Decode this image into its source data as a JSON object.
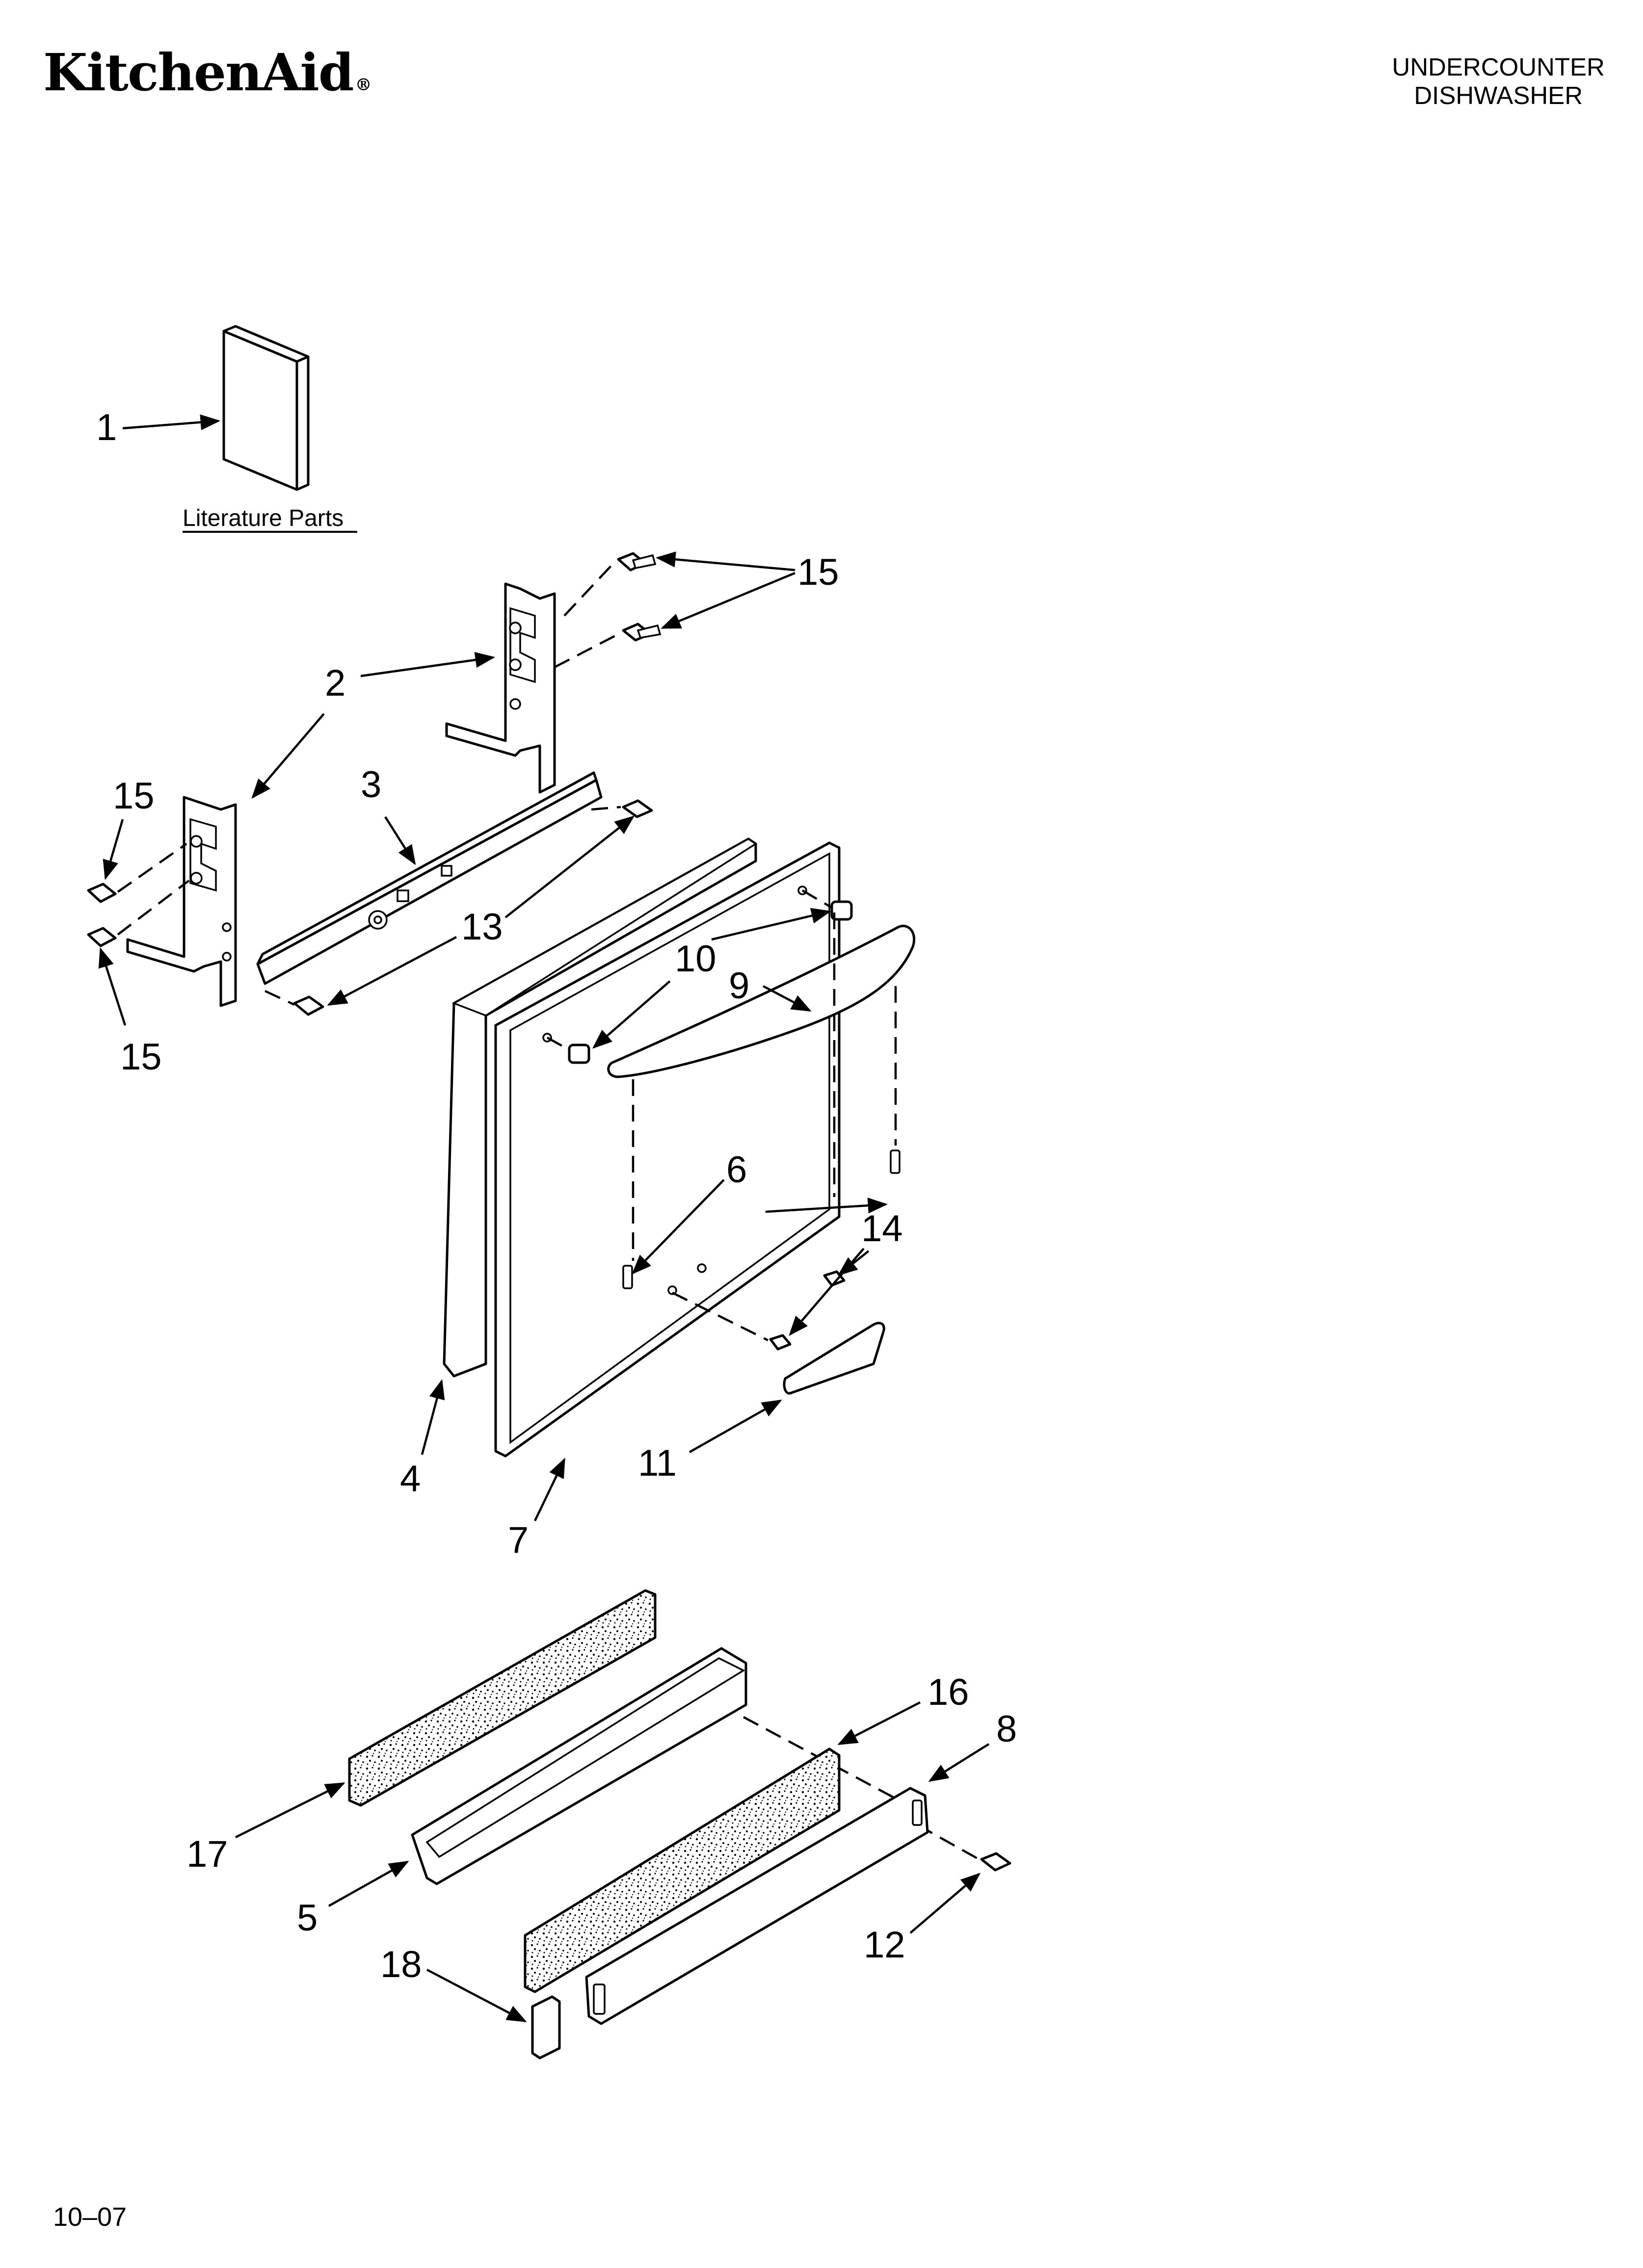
{
  "header": {
    "brand": "KitchenAid",
    "brand_mark": "®",
    "product_line1": "UNDERCOUNTER",
    "product_line2": "DISHWASHER"
  },
  "literature_label": "Literature Parts",
  "callouts": {
    "c1": "1",
    "c2": "2",
    "c3": "3",
    "c4": "4",
    "c5": "5",
    "c6": "6",
    "c7": "7",
    "c8": "8",
    "c9": "9",
    "c10": "10",
    "c11": "11",
    "c12": "12",
    "c13": "13",
    "c14": "14",
    "c15a": "15",
    "c15b": "15",
    "c15c": "15",
    "c16": "16",
    "c17": "17",
    "c18": "18"
  },
  "footer": {
    "code": "10–07"
  }
}
